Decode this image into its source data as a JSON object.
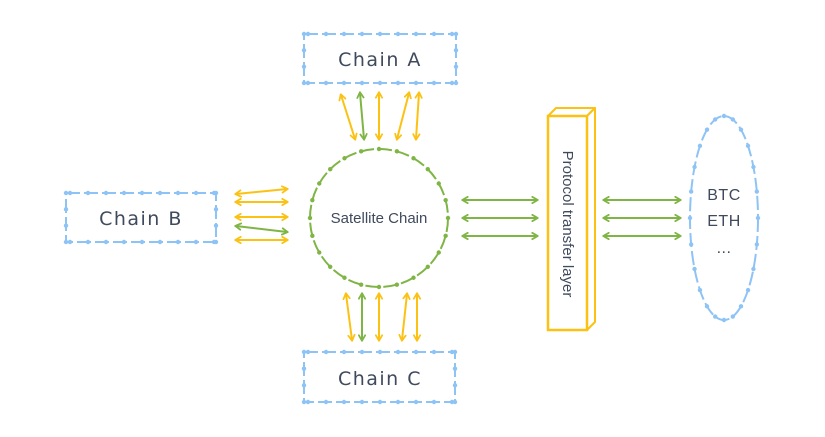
{
  "colors": {
    "chain_box": "#8ec3f5",
    "satellite": "#7fb544",
    "arrow_yellow": "#fbc214",
    "arrow_green": "#7fb544",
    "protocol": "#fbc214",
    "text": "#3f4a5c"
  },
  "nodes": {
    "chain_a": {
      "label": "Chain A"
    },
    "chain_b": {
      "label": "Chain B"
    },
    "chain_c": {
      "label": "Chain C"
    },
    "satellite": {
      "label": "Satellite Chain"
    },
    "protocol_layer": {
      "label": "Protocol transfer layer"
    },
    "assets": {
      "items": [
        "BTC",
        "ETH",
        "..."
      ]
    }
  },
  "edges": [
    {
      "from": "chain_a",
      "to": "satellite",
      "count": 5,
      "colors": [
        "yellow",
        "green",
        "yellow",
        "yellow",
        "yellow"
      ],
      "direction": "bidirectional"
    },
    {
      "from": "chain_b",
      "to": "satellite",
      "count": 5,
      "colors": [
        "yellow",
        "yellow",
        "yellow",
        "green",
        "yellow"
      ],
      "direction": "bidirectional"
    },
    {
      "from": "chain_c",
      "to": "satellite",
      "count": 5,
      "colors": [
        "yellow",
        "green",
        "yellow",
        "yellow",
        "yellow"
      ],
      "direction": "bidirectional"
    },
    {
      "from": "satellite",
      "to": "protocol_layer",
      "count": 3,
      "colors": [
        "green",
        "green",
        "green"
      ],
      "direction": "bidirectional"
    },
    {
      "from": "protocol_layer",
      "to": "assets",
      "count": 3,
      "colors": [
        "green",
        "green",
        "green"
      ],
      "direction": "bidirectional"
    }
  ]
}
